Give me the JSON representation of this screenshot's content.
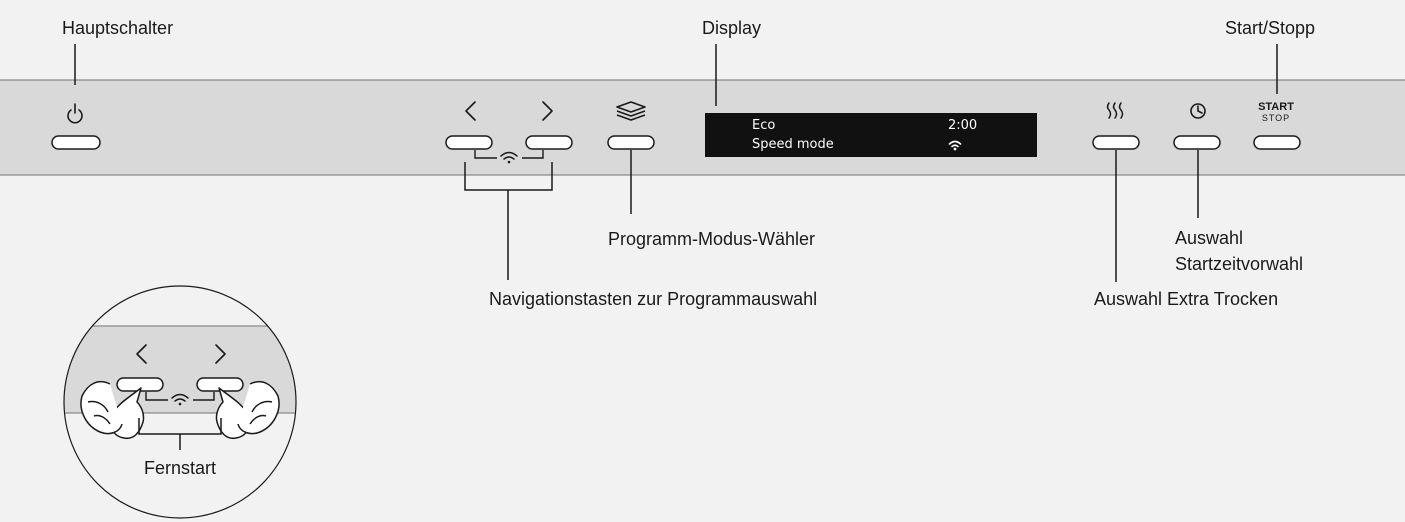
{
  "labels": {
    "main_switch": "Hauptschalter",
    "display": "Display",
    "start_stop": "Start/Stopp",
    "program_mode_selector": "Programm-Modus-Wähler",
    "navigation_keys": "Navigationstasten zur Programmauswahl",
    "delay_start_line1": "Auswahl",
    "delay_start_line2": "Startzeitvorwahl",
    "extra_dry": "Auswahl Extra Trocken",
    "remote_start": "Fernstart"
  },
  "display": {
    "program": "Eco",
    "mode": "Speed mode",
    "time": "2:00"
  },
  "icons": {
    "start_top": "START",
    "start_bottom": "STOP",
    "power": "power-icon",
    "prev": "chevron-left-icon",
    "next": "chevron-right-icon",
    "wifi": "wifi-icon",
    "layers": "layers-icon",
    "steam": "steam-icon",
    "clock": "clock-icon",
    "hand": "hand-icon"
  },
  "colors": {
    "background": "#f2f2f2",
    "panel": "#d9d9d9",
    "display_bg": "#111111",
    "line": "#1a1a1a"
  }
}
